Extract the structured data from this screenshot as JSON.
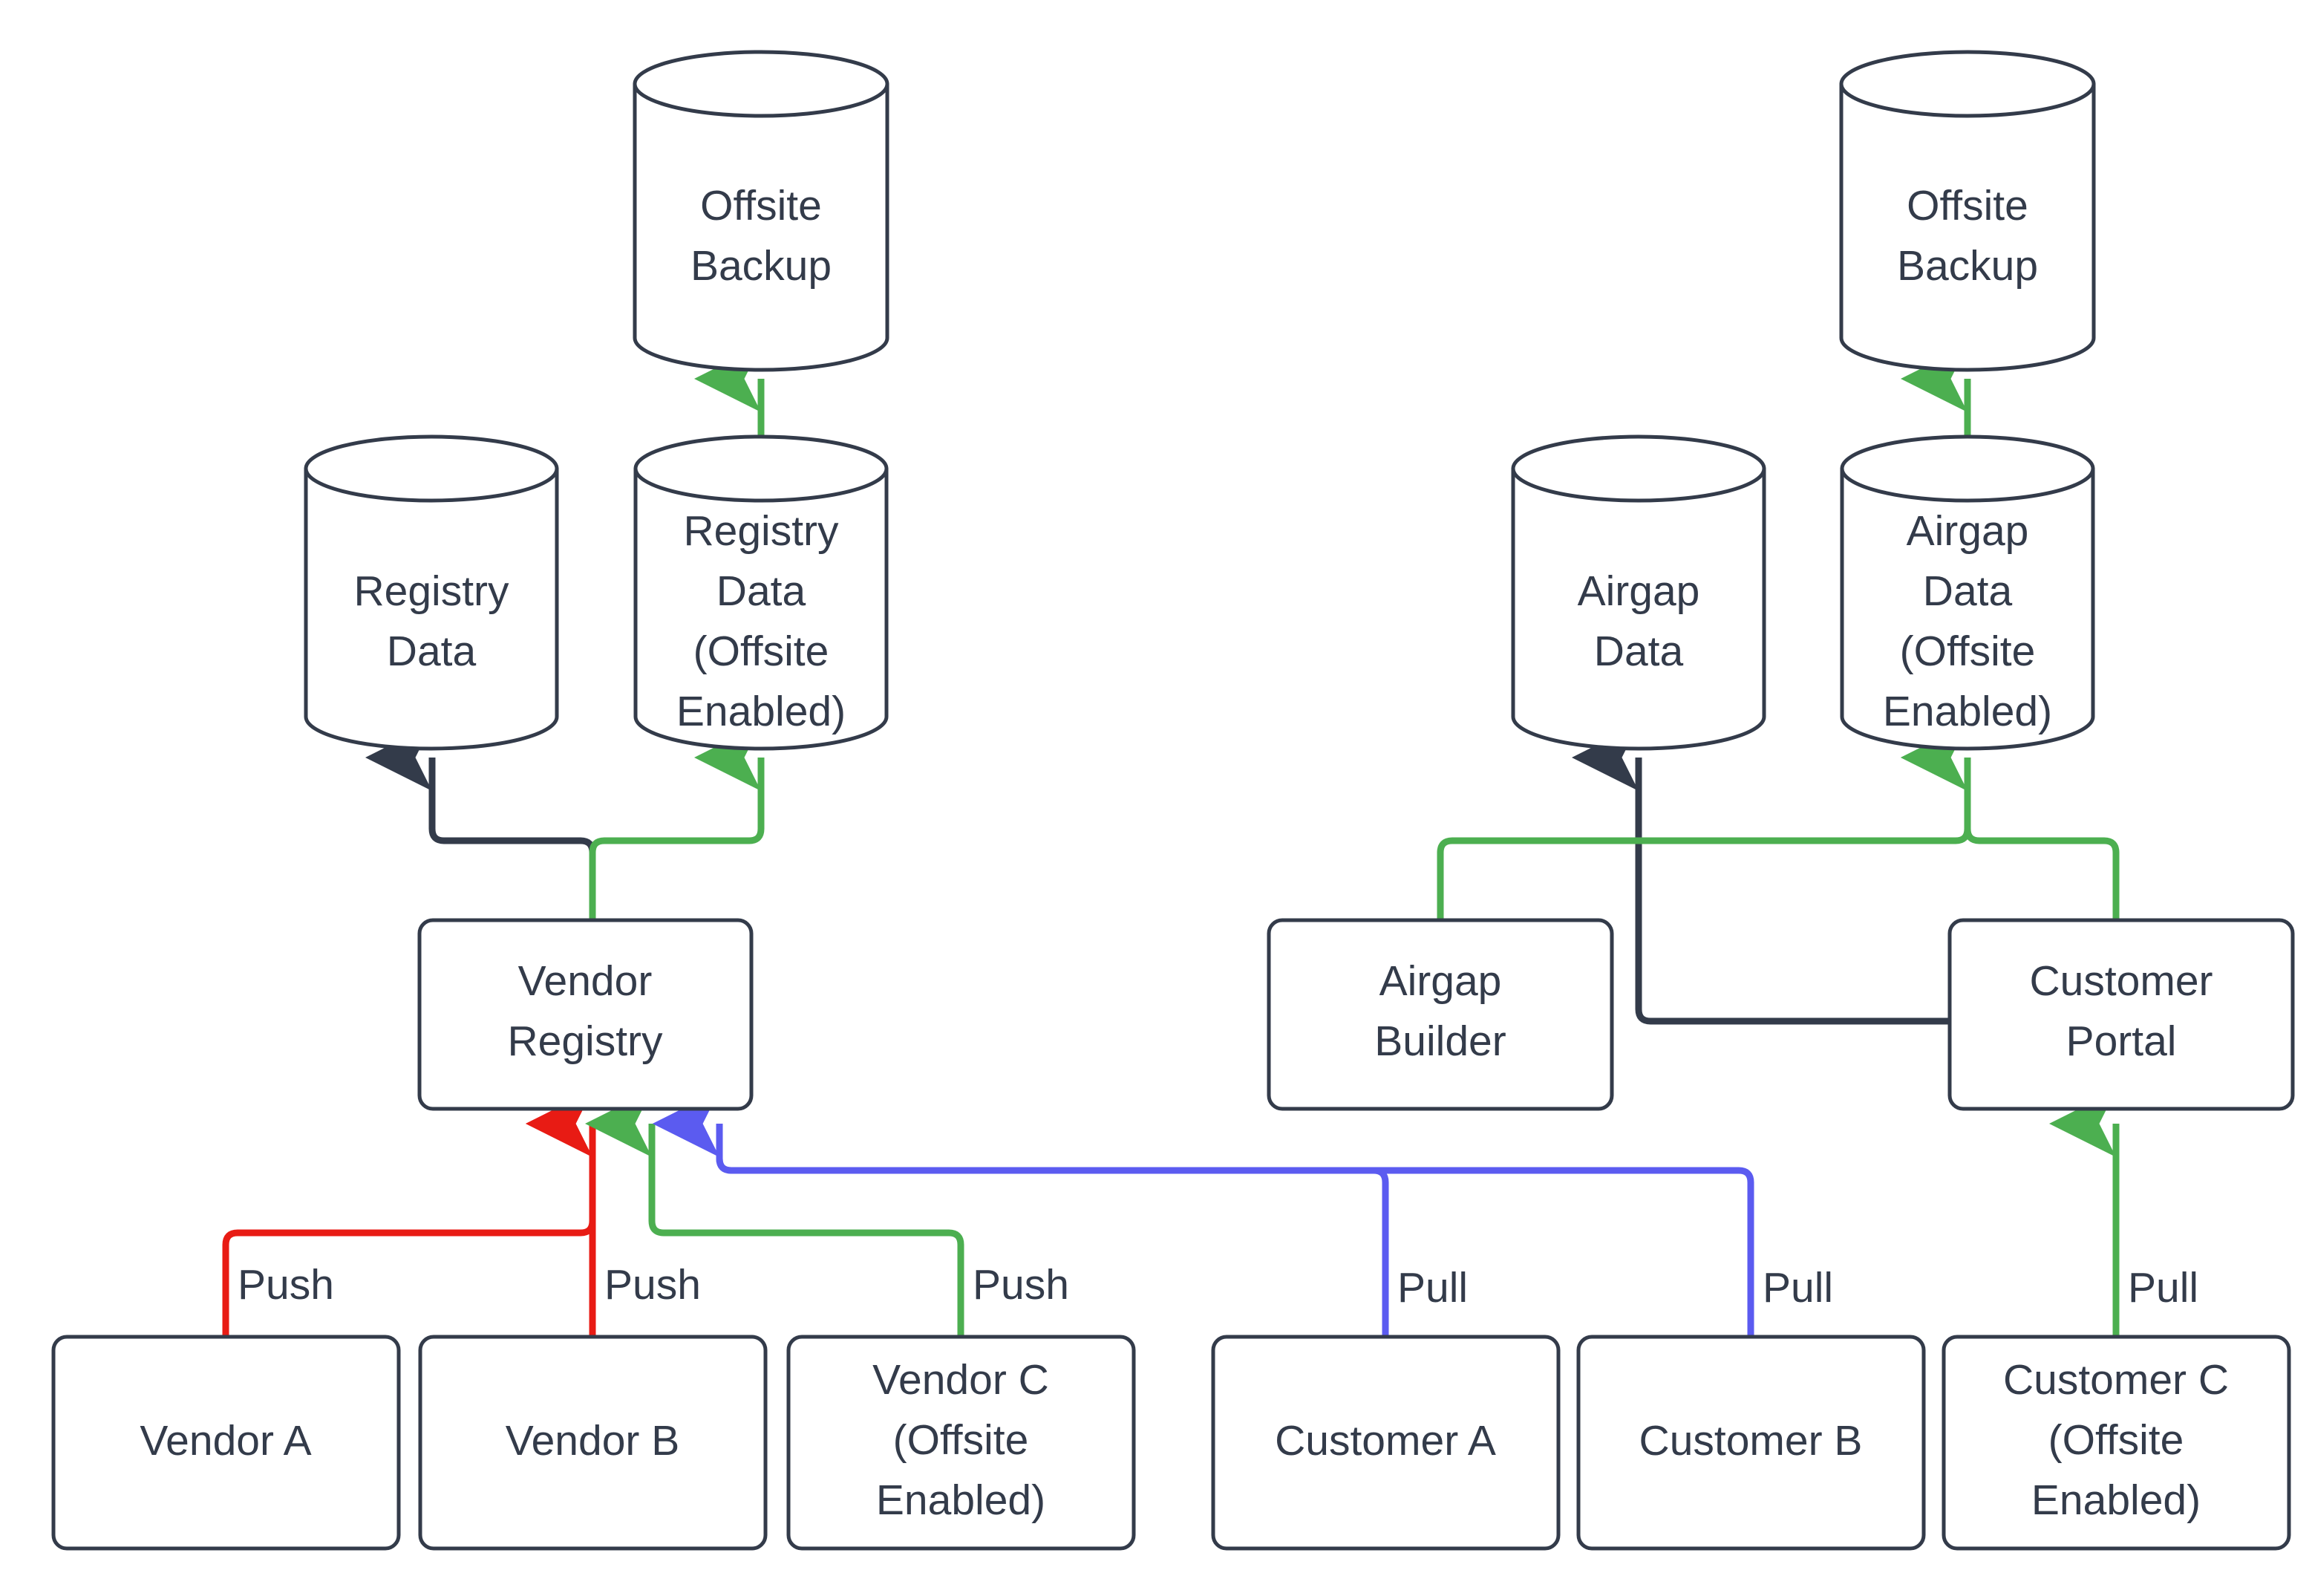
{
  "diagram": {
    "title": "Vendor Registry and Airgap Customer Portal data flow",
    "background": "#ffffff",
    "colors": {
      "node_stroke": "#333b4a",
      "node_fill": "#ffffff",
      "text": "#333b4a",
      "edge_default": "#333b4a",
      "edge_green": "#4caf50",
      "edge_red": "#e81b14",
      "edge_blue": "#5b5bf0"
    },
    "nodes": [
      {
        "id": "offsite_backup_left",
        "shape": "cylinder",
        "lines": [
          "Offsite",
          "Backup"
        ]
      },
      {
        "id": "registry_data",
        "shape": "cylinder",
        "lines": [
          "Registry",
          "Data"
        ]
      },
      {
        "id": "registry_data_offsite",
        "shape": "cylinder",
        "lines": [
          "Registry",
          "Data",
          "(Offsite",
          "Enabled)"
        ]
      },
      {
        "id": "vendor_registry",
        "shape": "box",
        "lines": [
          "Vendor",
          "Registry"
        ]
      },
      {
        "id": "vendor_a",
        "shape": "box",
        "lines": [
          "Vendor A"
        ]
      },
      {
        "id": "vendor_b",
        "shape": "box",
        "lines": [
          "Vendor B"
        ]
      },
      {
        "id": "vendor_c",
        "shape": "box",
        "lines": [
          "Vendor C",
          "(Offsite",
          "Enabled)"
        ]
      },
      {
        "id": "offsite_backup_right",
        "shape": "cylinder",
        "lines": [
          "Offsite",
          "Backup"
        ]
      },
      {
        "id": "airgap_data",
        "shape": "cylinder",
        "lines": [
          "Airgap",
          "Data"
        ]
      },
      {
        "id": "airgap_data_offsite",
        "shape": "cylinder",
        "lines": [
          "Airgap",
          "Data",
          "(Offsite",
          "Enabled)"
        ]
      },
      {
        "id": "airgap_builder",
        "shape": "box",
        "lines": [
          "Airgap",
          "Builder"
        ]
      },
      {
        "id": "customer_portal",
        "shape": "box",
        "lines": [
          "Customer",
          "Portal"
        ]
      },
      {
        "id": "customer_a",
        "shape": "box",
        "lines": [
          "Customer A"
        ]
      },
      {
        "id": "customer_b",
        "shape": "box",
        "lines": [
          "Customer B"
        ]
      },
      {
        "id": "customer_c",
        "shape": "box",
        "lines": [
          "Customer C",
          "(Offsite",
          "Enabled)"
        ]
      }
    ],
    "edges": [
      {
        "id": "e1",
        "from": "registry_data_offsite",
        "to": "offsite_backup_left",
        "label": "",
        "color": "#4caf50"
      },
      {
        "id": "e2",
        "from": "vendor_registry",
        "to": "registry_data",
        "label": "",
        "color": "#333b4a"
      },
      {
        "id": "e3",
        "from": "vendor_registry",
        "to": "registry_data_offsite",
        "label": "",
        "color": "#4caf50"
      },
      {
        "id": "e4",
        "from": "vendor_a",
        "to": "vendor_registry",
        "label": "Push",
        "color": "#e81b14"
      },
      {
        "id": "e5",
        "from": "vendor_b",
        "to": "vendor_registry",
        "label": "Push",
        "color": "#e81b14"
      },
      {
        "id": "e6",
        "from": "vendor_c",
        "to": "vendor_registry",
        "label": "Push",
        "color": "#4caf50"
      },
      {
        "id": "e7",
        "from": "airgap_data_offsite",
        "to": "offsite_backup_right",
        "label": "",
        "color": "#4caf50"
      },
      {
        "id": "e8",
        "from": "customer_portal",
        "to": "airgap_data",
        "label": "",
        "color": "#333b4a"
      },
      {
        "id": "e9",
        "from": "airgap_builder",
        "to": "airgap_data_offsite",
        "label": "",
        "color": "#4caf50"
      },
      {
        "id": "e10",
        "from": "customer_portal",
        "to": "airgap_data_offsite",
        "label": "",
        "color": "#4caf50"
      },
      {
        "id": "e11",
        "from": "customer_a",
        "to": "vendor_registry",
        "label": "Pull",
        "color": "#5b5bf0"
      },
      {
        "id": "e12",
        "from": "customer_b",
        "to": "vendor_registry",
        "label": "Pull",
        "color": "#5b5bf0"
      },
      {
        "id": "e13",
        "from": "customer_c",
        "to": "customer_portal",
        "label": "Pull",
        "color": "#4caf50"
      }
    ]
  },
  "labels": {
    "offsite_backup_left_1": "Offsite",
    "offsite_backup_left_2": "Backup",
    "registry_data_1": "Registry",
    "registry_data_2": "Data",
    "registry_data_offsite_1": "Registry",
    "registry_data_offsite_2": "Data",
    "registry_data_offsite_3": "(Offsite",
    "registry_data_offsite_4": "Enabled)",
    "vendor_registry_1": "Vendor",
    "vendor_registry_2": "Registry",
    "vendor_a_1": "Vendor A",
    "vendor_b_1": "Vendor B",
    "vendor_c_1": "Vendor C",
    "vendor_c_2": "(Offsite",
    "vendor_c_3": "Enabled)",
    "offsite_backup_right_1": "Offsite",
    "offsite_backup_right_2": "Backup",
    "airgap_data_1": "Airgap",
    "airgap_data_2": "Data",
    "airgap_data_offsite_1": "Airgap",
    "airgap_data_offsite_2": "Data",
    "airgap_data_offsite_3": "(Offsite",
    "airgap_data_offsite_4": "Enabled)",
    "airgap_builder_1": "Airgap",
    "airgap_builder_2": "Builder",
    "customer_portal_1": "Customer",
    "customer_portal_2": "Portal",
    "customer_a_1": "Customer A",
    "customer_b_1": "Customer B",
    "customer_c_1": "Customer C",
    "customer_c_2": "(Offsite",
    "customer_c_3": "Enabled)",
    "push_a": "Push",
    "push_b": "Push",
    "push_c": "Push",
    "pull_a": "Pull",
    "pull_b": "Pull",
    "pull_c": "Pull"
  }
}
